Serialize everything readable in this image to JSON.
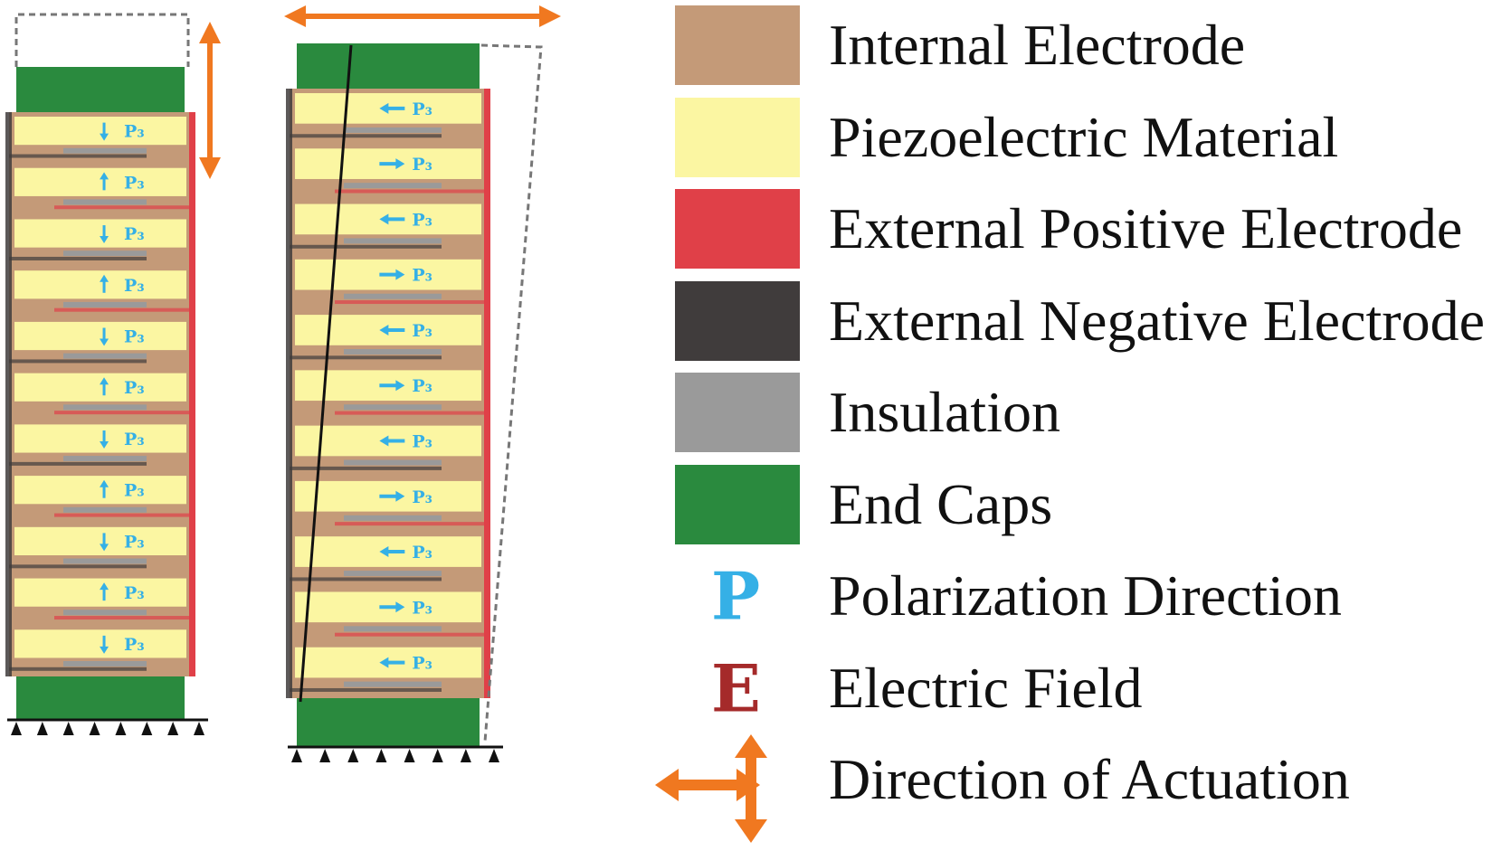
{
  "colors": {
    "internal_electrode": "#c49a78",
    "piezoelectric": "#fbf6a2",
    "positive_electrode": "#e04048",
    "negative_electrode": "#403c3c",
    "insulation": "#9a9a9a",
    "end_caps": "#2a8a3e",
    "polarization": "#35b0e6",
    "electric_field": "#a52a2a",
    "actuation": "#f07820"
  },
  "legend": [
    {
      "label": "Internal Electrode",
      "swatch": "internal_electrode"
    },
    {
      "label": "Piezoelectric Material",
      "swatch": "piezoelectric"
    },
    {
      "label": "External Positive Electrode",
      "swatch": "positive_electrode"
    },
    {
      "label": "External Negative Electrode",
      "swatch": "negative_electrode"
    },
    {
      "label": "Insulation",
      "swatch": "insulation"
    },
    {
      "label": "End Caps",
      "swatch": "end_caps"
    },
    {
      "label": "Polarization Direction",
      "glyph": "P",
      "glyph_color": "polarization"
    },
    {
      "label": "Electric Field",
      "glyph": "E",
      "glyph_color": "electric_field"
    },
    {
      "label": "Direction of Actuation",
      "icon": "cross-arrow-icon"
    }
  ],
  "layer_tag": "P₃",
  "stacks": {
    "left": {
      "mode": "axial",
      "layer_count": 11,
      "polarization": [
        "down",
        "up",
        "down",
        "up",
        "down",
        "up",
        "down",
        "up",
        "down",
        "up",
        "down"
      ]
    },
    "right": {
      "mode": "shear",
      "layer_count": 11,
      "polarization": [
        "left",
        "right",
        "left",
        "right",
        "left",
        "right",
        "left",
        "right",
        "left",
        "right",
        "left"
      ]
    }
  }
}
